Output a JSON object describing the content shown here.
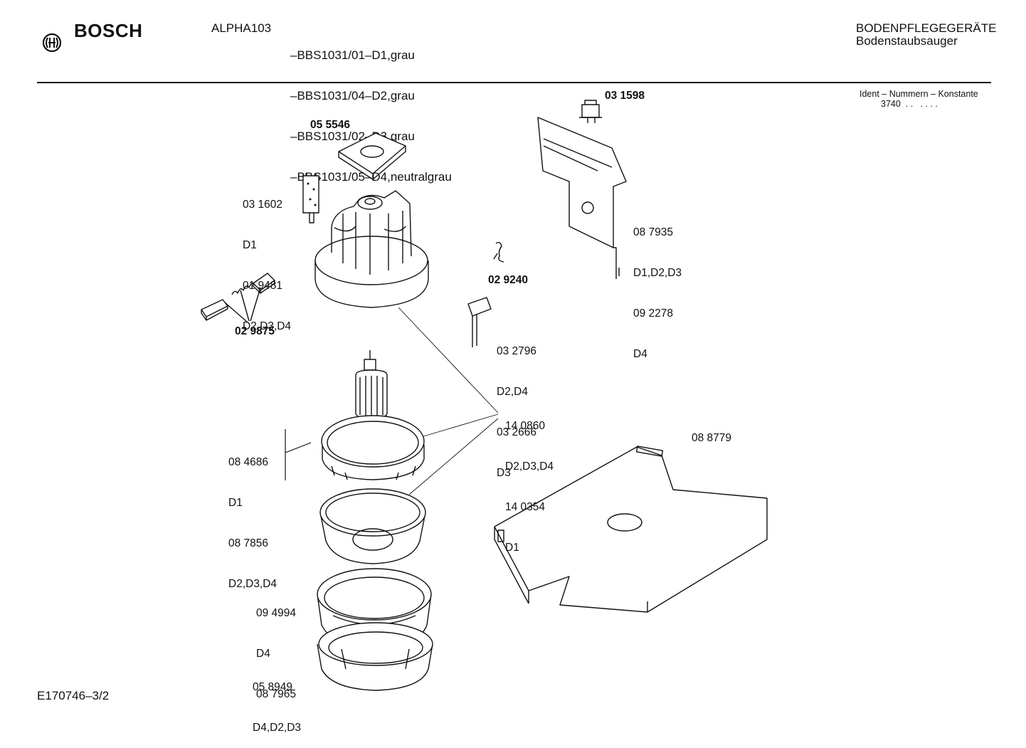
{
  "header": {
    "brand": "BOSCH",
    "model": "ALPHA103",
    "variants": [
      "–BBS1031/01–D1,grau",
      "–BBS1031/04–D2,grau",
      "–BBS1031/02–D3,grau",
      "–BBS1031/05–D4,neutralgrau"
    ],
    "category": "BODENPFLEGEGERÄTE",
    "subcategory": "Bodenstaubsauger",
    "ident_title": "Ident – Nummern – Konstante",
    "ident_value": "3740  . .   . . . ."
  },
  "parts": {
    "p031598": "03 1598",
    "p055546": "05 5546",
    "p031602": [
      "03 1602",
      "D1",
      "01 9481",
      "D2,D3,D4"
    ],
    "p087935": [
      "08 7935",
      "D1,D2,D3",
      "09 2278",
      "D4"
    ],
    "p029240": "02 9240",
    "p029875": "02 9875",
    "p032796": [
      "03 2796",
      "D2,D4",
      "03 2666",
      "D3"
    ],
    "p140860": [
      "14 0860",
      "D2,D3,D4",
      "14 0354",
      "D1"
    ],
    "p084686": [
      "08 4686",
      "D1",
      "08 7856",
      "D2,D3,D4"
    ],
    "p088779": "08 8779",
    "p094994": [
      "09 4994",
      "D4",
      "08 7965"
    ],
    "p058949": [
      "05 8949",
      "D4,D2,D3"
    ]
  },
  "footer": {
    "drawing_id": "E170746–3/2"
  }
}
